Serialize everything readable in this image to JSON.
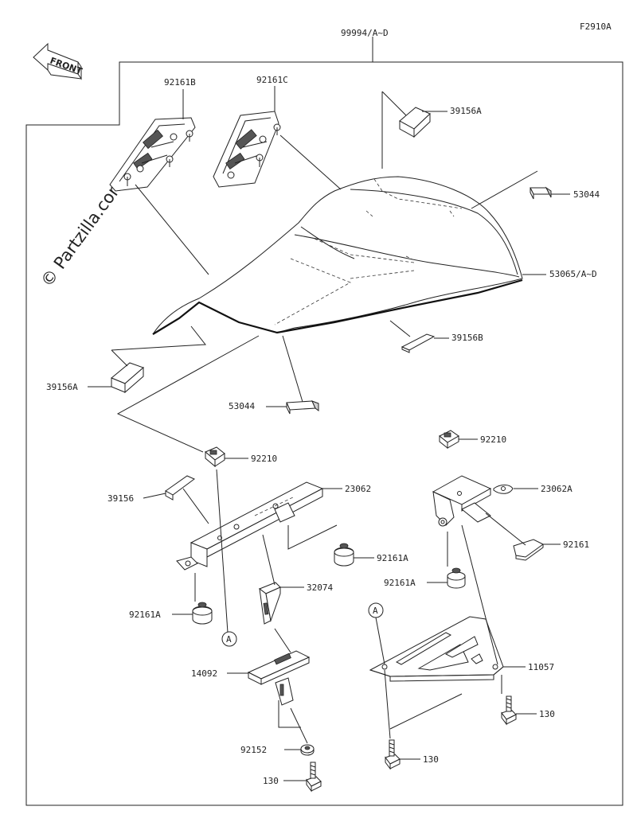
{
  "figure_code": "F2910A",
  "watermark": "© Partzilla.com",
  "front_label": "FRONT",
  "ref_marker": "A",
  "part_labels": [
    "99994/A~D",
    "92161B",
    "92161C",
    "39156A",
    "53044",
    "53065/A~D",
    "39156B",
    "39156A",
    "53044",
    "92210",
    "92210",
    "39156",
    "23062",
    "23062A",
    "92161A",
    "92161",
    "92161A",
    "92161A",
    "32074",
    "14092",
    "11057",
    "130",
    "92152",
    "130",
    "130"
  ]
}
